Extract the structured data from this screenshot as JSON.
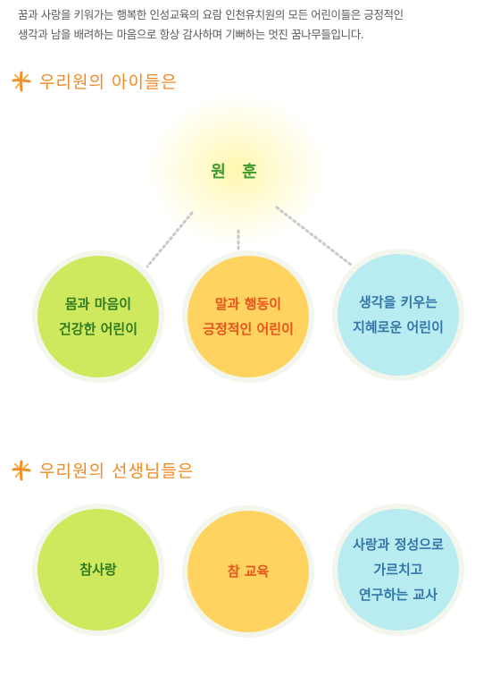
{
  "intro": {
    "line1": "꿈과 사랑을 키워가는 행복한 인성교육의 요람 인천유치원의 모든 어린이들은 긍정적인",
    "line2": "생각과 남을 배려하는 마음으로 항상 감사하며 기뻐하는 멋진 꿈나무들입니다."
  },
  "children_section": {
    "title": "우리원의 아이들은",
    "motto": "원 훈",
    "circles": [
      {
        "line1": "몸과 마음이",
        "line2": "건강한 어린이",
        "color": "#cfe95e"
      },
      {
        "line1": "말과 행동이",
        "line2": "긍정적인 어린이",
        "color": "#ffd35f"
      },
      {
        "line1": "생각을 키우는",
        "line2": "지혜로운 어린이",
        "color": "#b9ecf0"
      }
    ]
  },
  "teachers_section": {
    "title": "우리원의 선생님들은",
    "circles": [
      {
        "line1": "참사랑",
        "color": "#cfe95e"
      },
      {
        "line1": "참 교육",
        "color": "#ffd35f"
      },
      {
        "line1": "사랑과 정성으로",
        "line2": "가르치고",
        "line3": "연구하는 교사",
        "color": "#b9ecf0"
      }
    ]
  },
  "icons": [
    "sprig-icon"
  ]
}
